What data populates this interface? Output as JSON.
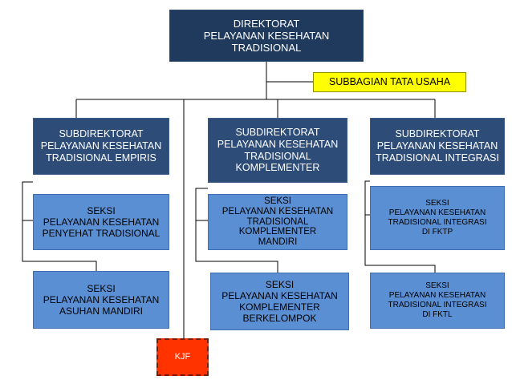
{
  "nodes": {
    "direktorat": "DIREKTORAT\nPELAYANAN KESEHATAN\nTRADISIONAL",
    "tata_usaha": "SUBBAGIAN TATA USAHA",
    "sub_empiris": "SUBDIREKTORAT\nPELAYANAN KESEHATAN\nTRADISIONAL EMPIRIS",
    "sub_komplementer": "SUBDIREKTORAT\nPELAYANAN KESEHATAN\nTRADISIONAL\nKOMPLEMENTER",
    "sub_integrasi": "SUBDIREKTORAT\nPELAYANAN KESEHATAN\nTRADISIONAL INTEGRASI",
    "seksi_penyehat": "SEKSI\nPELAYANAN KESEHATAN\nPENYEHAT TRADISIONAL",
    "seksi_asuhan": "SEKSI\nPELAYANAN KESEHATAN\nASUHAN MANDIRI",
    "seksi_komp_mandiri": "SEKSI\nPELAYANAN KESEHATAN\nTRADISIONAL\nKOMPLEMENTER\nMANDIRI",
    "seksi_komp_kelompok": "SEKSI\nPELAYANAN KESEHATAN\nKOMPLEMENTER\nBERKELOMPOK",
    "seksi_fktp": "SEKSI\nPELAYANAN KESEHATAN\nTRADISIONAL INTEGRASI\nDI FKTP",
    "seksi_fktl": "SEKSI\nPELAYANAN KESEHATAN\nTRADISIONAL INTEGRASI\nDI FKTL",
    "kjf": "KJF"
  },
  "colors": {
    "dark_box": "#1f3a5c",
    "sub_box": "#2d4d78",
    "seksi_box": "#5b8fd4",
    "tata_usaha_box": "#ffff00",
    "kjf_box": "#ff3300",
    "connector": "#000000"
  }
}
